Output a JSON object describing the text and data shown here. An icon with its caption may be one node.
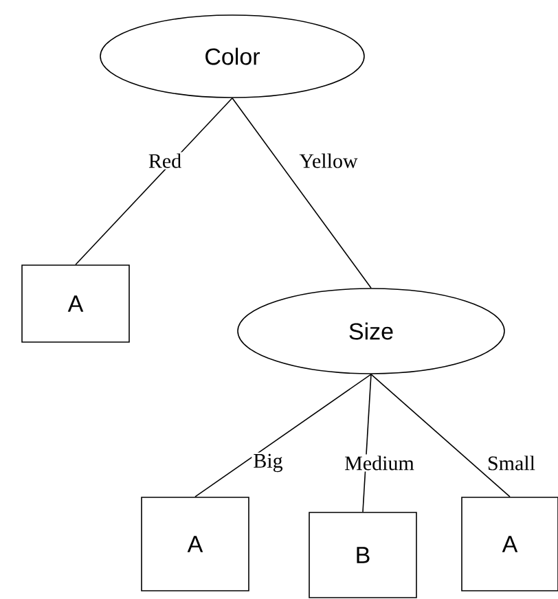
{
  "diagram": {
    "nodes": [
      {
        "text": [
          "Color"
        ]
      },
      {
        "text": [
          "A"
        ]
      },
      {
        "text": [
          "Size"
        ]
      },
      {
        "text": [
          "A"
        ]
      },
      {
        "text": [
          "B"
        ]
      },
      {
        "text": [
          "A"
        ]
      }
    ],
    "edges": [
      {
        "from": 0,
        "to": 1,
        "arrow": "none",
        "label": "Red"
      },
      {
        "from": 0,
        "to": 2,
        "arrow": "none",
        "label": "Yellow"
      },
      {
        "from": 2,
        "to": 3,
        "arrow": "none",
        "label": "Big"
      },
      {
        "from": 2,
        "to": 4,
        "arrow": "none",
        "label": "Medium"
      },
      {
        "from": 2,
        "to": 5,
        "arrow": "none",
        "label": "Small"
      }
    ]
  }
}
